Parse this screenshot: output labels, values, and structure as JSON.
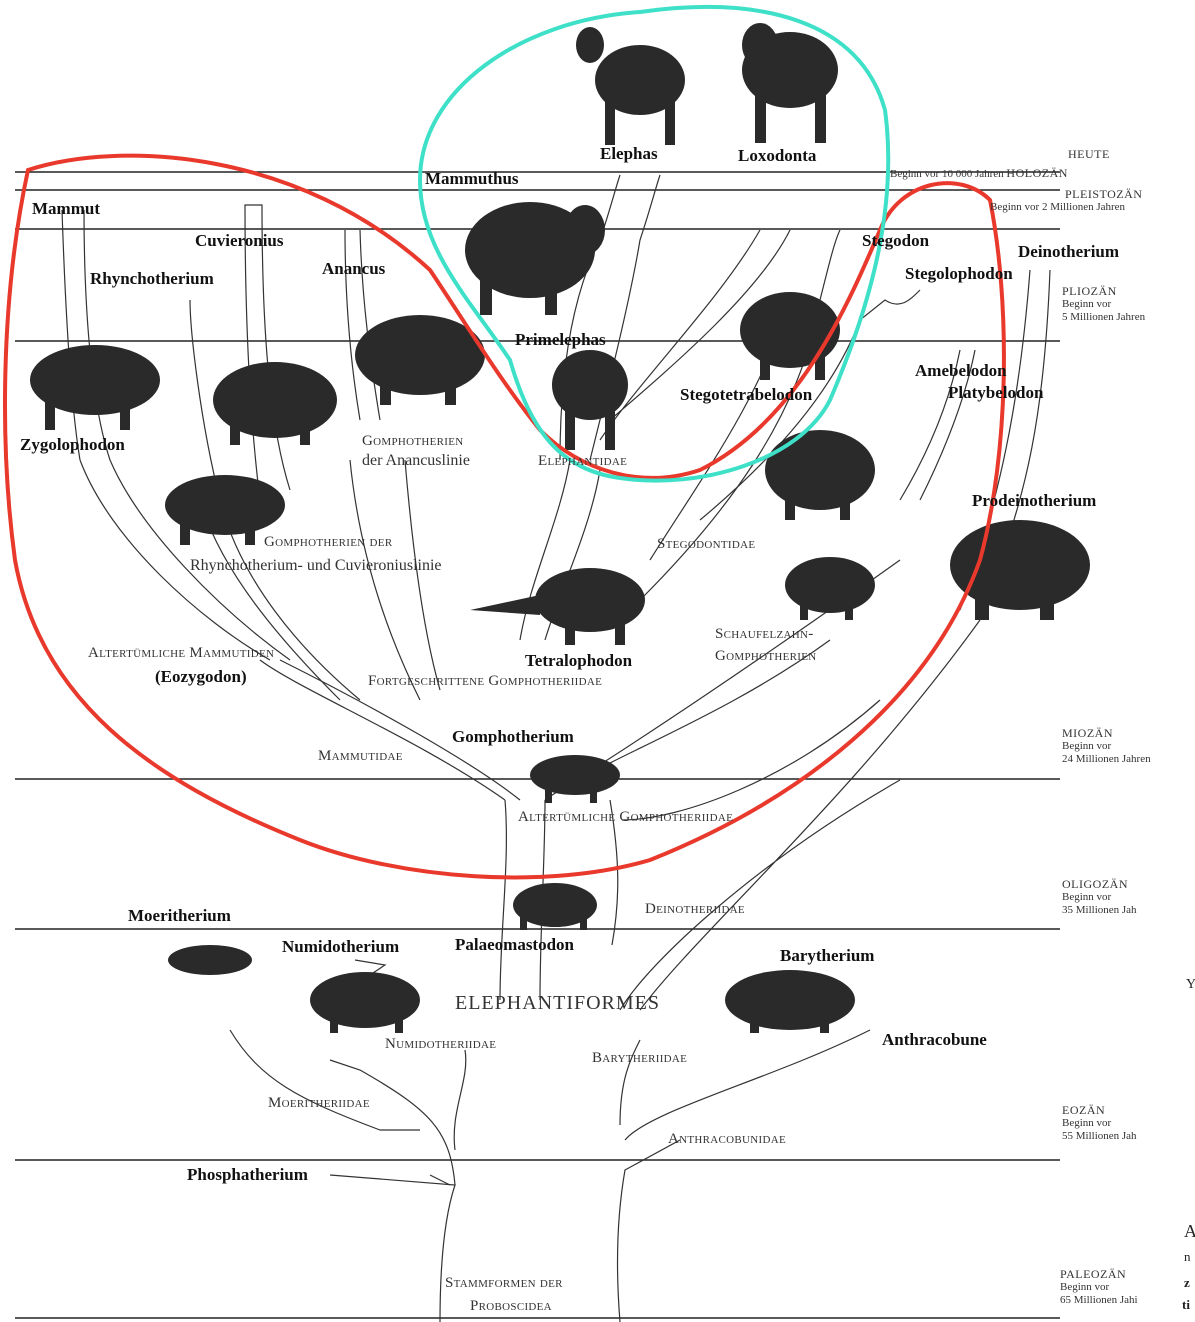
{
  "epochs": [
    {
      "name": "HEUTE",
      "note1": "",
      "note2": ""
    },
    {
      "name": "HOLOZÄN",
      "note1": "Beginn vor 10 000 Jahren",
      "note2": ""
    },
    {
      "name": "PLEISTOZÄN",
      "note1": "Beginn vor 2 Millionen Jahren",
      "note2": ""
    },
    {
      "name": "PLIOZÄN",
      "note1": "Beginn vor",
      "note2": "5 Millionen Jahren"
    },
    {
      "name": "MIOZÄN",
      "note1": "Beginn vor",
      "note2": "24 Millionen Jahren"
    },
    {
      "name": "OLIGOZÄN",
      "note1": "Beginn vor",
      "note2": "35 Millionen Jah"
    },
    {
      "name": "EOZÄN",
      "note1": "Beginn vor",
      "note2": "55 Millionen Jah"
    },
    {
      "name": "PALEOZÄN",
      "note1": "Beginn vor",
      "note2": "65 Millionen Jahi"
    }
  ],
  "genera": {
    "elephas": "Elephas",
    "loxodonta": "Loxodonta",
    "mammuthus": "Mammuthus",
    "mammut": "Mammut",
    "cuvieronius": "Cuvieronius",
    "rhynchotherium": "Rhynchotherium",
    "anancus": "Anancus",
    "stegodon": "Stegodon",
    "stegolophodon": "Stegolophodon",
    "deinotherium": "Deinotherium",
    "primelephas": "Primelephas",
    "stegotetrabelodon": "Stegotetrabelodon",
    "amebelodon": "Amebelodon",
    "platybelodon": "Platybelodon",
    "zygolophodon": "Zygolophodon",
    "prodeinotherium": "Prodeinotherium",
    "tetralophodon": "Tetralophodon",
    "eozygodon": "(Eozygodon)",
    "gomphotherium": "Gomphotherium",
    "moeritherium": "Moeritherium",
    "numidotherium": "Numidotherium",
    "palaeomastodon": "Palaeomastodon",
    "barytherium": "Barytherium",
    "anthracobune": "Anthracobune",
    "phosphatherium": "Phosphatherium"
  },
  "groups": {
    "gomph_anancus_1": "Gomphotherien",
    "gomph_anancus_2": "der Anancuslinie",
    "elephantidae": "Elephantidae",
    "stegodontidae": "Stegodontidae",
    "gomph_rhyncho_1": "Gomphotherien der",
    "gomph_rhyncho_2": "Rhynchotherium- und Cuvieroniuslinie",
    "schaufel_1": "Schaufelzahn-",
    "schaufel_2": "Gomphotherien",
    "alt_mammutiden": "Altertümliche Mammutiden",
    "fortgeschrittene": "Fortgeschrittene Gomphotheriidae",
    "mammutidae": "Mammutidae",
    "alt_gomph": "Altertümliche Gomphotheriidae",
    "deinotheriidae": "Deinotheriidae",
    "elephantiformes": "ELEPHANTIFORMES",
    "numidotheriidae": "Numidotheriidae",
    "barytheriidae": "Barytheriidae",
    "moeritheriidae": "Moeritheriidae",
    "anthracobunidae": "Anthracobunidae",
    "stamm_1": "Stammformen der",
    "stamm_2": "Proboscidea"
  },
  "colors": {
    "red_outline": "#e8392c",
    "teal_outline": "#3ee0c8",
    "line": "#333333",
    "animal": "#2a2a2a"
  },
  "margin_letters": {
    "y": "Y",
    "a": "A",
    "r": "n",
    "z": "z",
    "t": "ti"
  }
}
